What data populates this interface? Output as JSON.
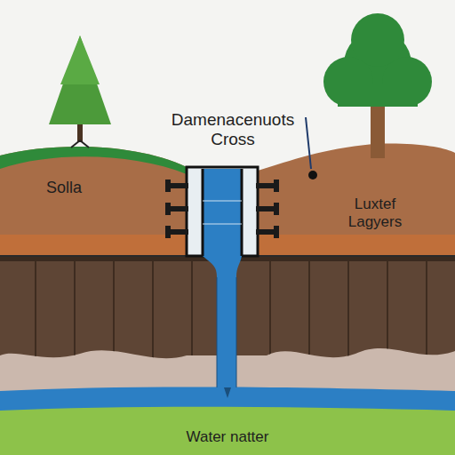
{
  "diagram": {
    "labels": [
      "Damenacenuots Cross",
      "Solla",
      "Luxtef Lagyers",
      "Water natter"
    ]
  }
}
